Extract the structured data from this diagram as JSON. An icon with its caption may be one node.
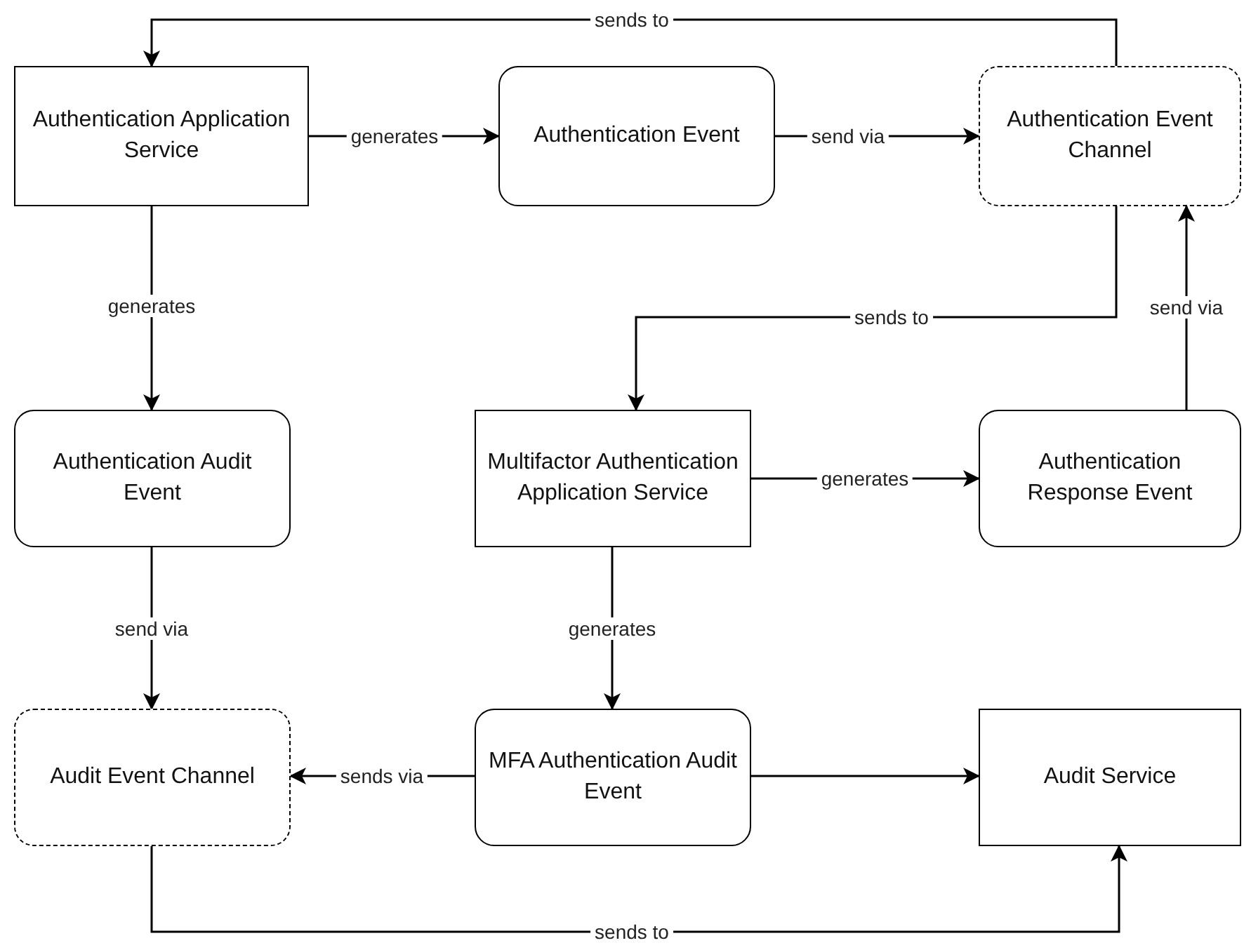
{
  "diagram": {
    "nodes": [
      {
        "text": [
          "Authentication Application Service"
        ]
      },
      {
        "text": [
          "Authentication Event"
        ]
      },
      {
        "text": [
          "Authentication Event Channel"
        ]
      },
      {
        "text": [
          "Authentication Audit Event"
        ]
      },
      {
        "text": [
          "Multifactor Authentication Application Service"
        ]
      },
      {
        "text": [
          "Authentication Response Event"
        ]
      },
      {
        "text": [
          "Audit Event Channel"
        ]
      },
      {
        "text": [
          "MFA Authentication Audit Event"
        ]
      },
      {
        "text": [
          "Audit Service"
        ]
      }
    ],
    "edges": [
      {
        "from": 2,
        "to": 0,
        "arrow": "to",
        "label": "sends to"
      },
      {
        "from": 0,
        "to": 1,
        "arrow": "to",
        "label": "generates"
      },
      {
        "from": 1,
        "to": 2,
        "arrow": "to",
        "label": "send via"
      },
      {
        "from": 2,
        "to": 4,
        "arrow": "to",
        "label": "sends to"
      },
      {
        "from": 5,
        "to": 2,
        "arrow": "to",
        "label": "send via"
      },
      {
        "from": 0,
        "to": 3,
        "arrow": "to",
        "label": "generates"
      },
      {
        "from": 4,
        "to": 5,
        "arrow": "to",
        "label": "generates"
      },
      {
        "from": 3,
        "to": 6,
        "arrow": "to",
        "label": "send via"
      },
      {
        "from": 4,
        "to": 7,
        "arrow": "to",
        "label": "generates"
      },
      {
        "from": 7,
        "to": 6,
        "arrow": "to",
        "label": "sends via"
      },
      {
        "from": 7,
        "to": 8,
        "arrow": "to"
      },
      {
        "from": 6,
        "to": 8,
        "arrow": "to",
        "label": "sends to"
      }
    ]
  }
}
